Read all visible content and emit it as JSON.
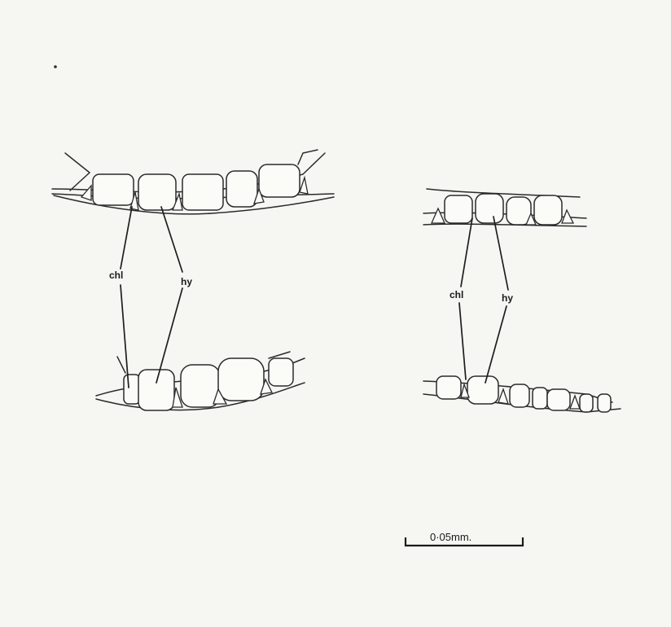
{
  "figure": {
    "left_drawing": {
      "upper_section": {},
      "lower_section": {},
      "labels": {
        "chlorophyllose": "chl",
        "hyaline": "hy"
      }
    },
    "right_drawing": {
      "upper_section": {},
      "lower_section": {},
      "labels": {
        "chlorophyllose": "chl",
        "hyaline": "hy"
      }
    },
    "scale_bar": {
      "label": "0·05mm."
    },
    "colors": {
      "ink": "#2b2b2b",
      "paper": "#f6f6f3"
    }
  }
}
